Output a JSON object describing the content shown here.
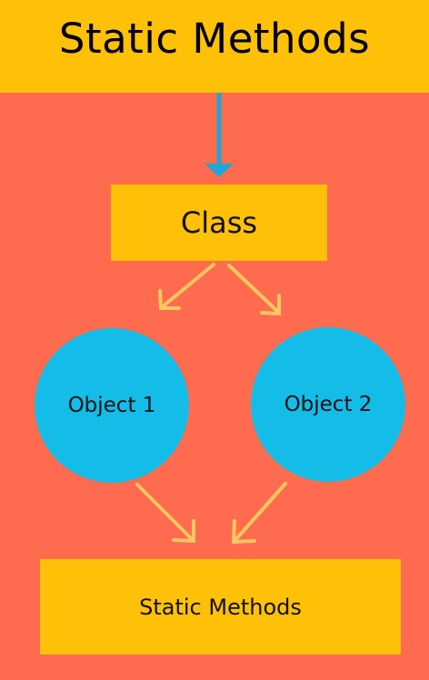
{
  "title": "Static Methods",
  "nodes": {
    "class_label": "Class",
    "object1_label": "Object 1",
    "object2_label": "Object 2",
    "static_label": "Static Methods"
  },
  "colors": {
    "background": "#ff6b4f",
    "box": "#ffc107",
    "circle": "#13bde8",
    "main_arrow": "#1fa6d6",
    "branch_arrow": "#ffc760"
  }
}
